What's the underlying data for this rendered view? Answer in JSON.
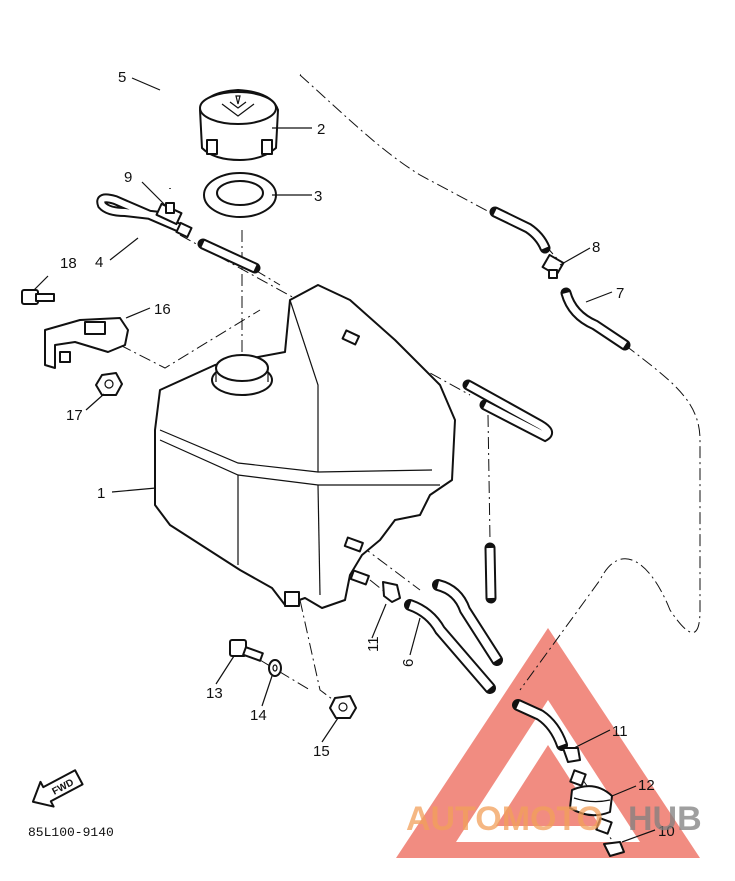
{
  "callouts": [
    {
      "id": "1",
      "text": "1"
    },
    {
      "id": "2",
      "text": "2"
    },
    {
      "id": "3",
      "text": "3"
    },
    {
      "id": "4",
      "text": "4"
    },
    {
      "id": "5",
      "text": "5"
    },
    {
      "id": "6",
      "text": "6"
    },
    {
      "id": "7",
      "text": "7"
    },
    {
      "id": "8",
      "text": "8"
    },
    {
      "id": "9",
      "text": "9"
    },
    {
      "id": "10",
      "text": "10"
    },
    {
      "id": "11a",
      "text": "11"
    },
    {
      "id": "11b",
      "text": "11"
    },
    {
      "id": "12",
      "text": "12"
    },
    {
      "id": "13",
      "text": "13"
    },
    {
      "id": "14",
      "text": "14"
    },
    {
      "id": "15",
      "text": "15"
    },
    {
      "id": "16",
      "text": "16"
    },
    {
      "id": "17",
      "text": "17"
    },
    {
      "id": "18",
      "text": "18"
    }
  ],
  "diagram_code": "85L100-9140",
  "fwd_label": "FWD",
  "watermark": {
    "part1": "AUTOMOTO",
    "part2": "HUB",
    "color1": "#f2a05a",
    "color2": "#808080",
    "triangle_color": "#e8402e"
  }
}
